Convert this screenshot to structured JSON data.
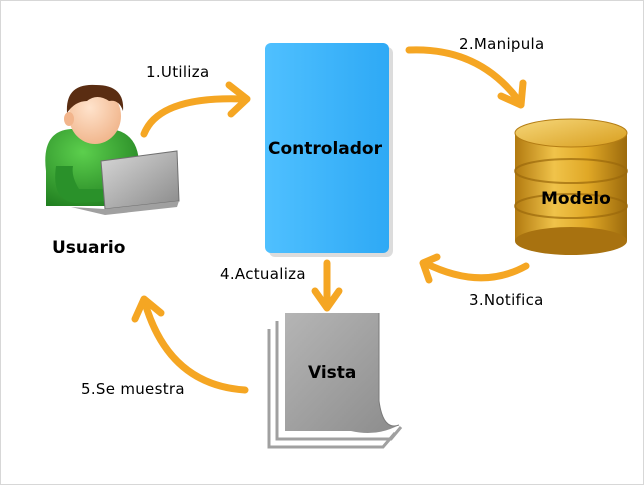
{
  "colors": {
    "arrow": "#f5a623",
    "controller": "#42b7ff",
    "database_gold": "#d9a21c",
    "document_gray": "#9a9a9a",
    "user_shirt": "#2e9e2e"
  },
  "nodes": {
    "usuario": "Usuario",
    "controlador": "Controlador",
    "modelo": "Modelo",
    "vista": "Vista"
  },
  "steps": {
    "s1": "1.Utiliza",
    "s2": "2.Manipula",
    "s3": "3.Notifica",
    "s4": "4.Actualiza",
    "s5": "5.Se muestra"
  }
}
